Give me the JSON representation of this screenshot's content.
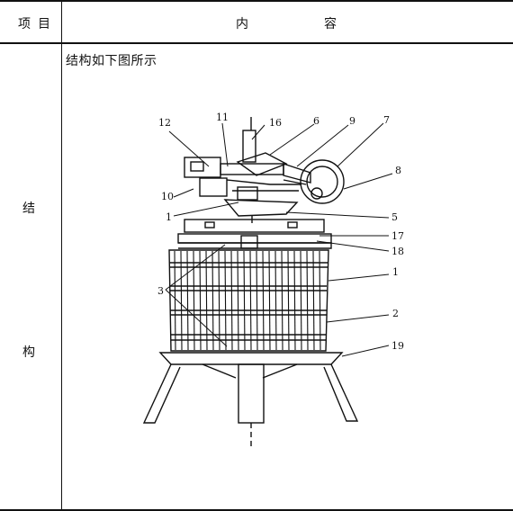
{
  "header": {
    "col1_char1": "项",
    "col1_char2": "目",
    "col2_char1": "内",
    "col2_char2": "容"
  },
  "side_label": {
    "char1": "结",
    "char2": "构"
  },
  "content": {
    "intro": "结构如下图所示"
  },
  "figure": {
    "callouts": [
      "12",
      "11",
      "16",
      "6",
      "9",
      "7",
      "8",
      "10",
      "1",
      "5",
      "17",
      "18",
      "3",
      "1",
      "2",
      "19"
    ]
  }
}
